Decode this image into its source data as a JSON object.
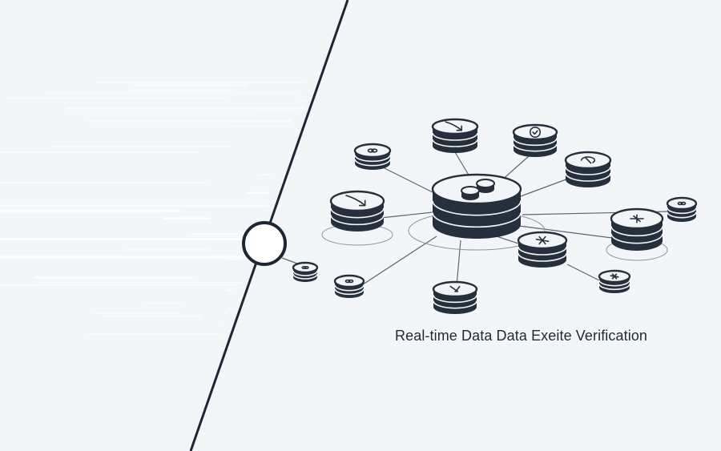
{
  "caption": "Real-time Data Data Exeite Verification",
  "colors": {
    "background": "#f3f6f8",
    "divider": "#1d2733",
    "node_dark": "#25303c",
    "node_light": "#f2f5f7",
    "edge": "#5a6673",
    "stream_dark": "#2f5a86",
    "stream_light": "#cfe0ee"
  },
  "diagram": {
    "center_node": {
      "name": "central-database",
      "icon": "stacked-disks-icon"
    },
    "nodes": [
      {
        "name": "node-top-arrow",
        "icon": "arrow-down-right-icon"
      },
      {
        "name": "node-top-right-shield",
        "icon": "shield-check-icon"
      },
      {
        "name": "node-upper-left",
        "icon": "link-icon"
      },
      {
        "name": "node-right-upper",
        "icon": "rotate-arrows-icon"
      },
      {
        "name": "node-left-large",
        "icon": "squiggle-arrow-icon"
      },
      {
        "name": "node-far-right",
        "icon": "link-icon"
      },
      {
        "name": "node-right-large",
        "icon": "cross-arrows-icon"
      },
      {
        "name": "node-lower-right-star",
        "icon": "star-burst-icon"
      },
      {
        "name": "node-bottom-right-small",
        "icon": "puzzle-icon"
      },
      {
        "name": "node-small-left",
        "icon": "link-icon"
      },
      {
        "name": "node-bottom-left-small",
        "icon": "link-icon"
      },
      {
        "name": "node-bottom",
        "icon": "transfer-arrows-icon"
      }
    ]
  }
}
